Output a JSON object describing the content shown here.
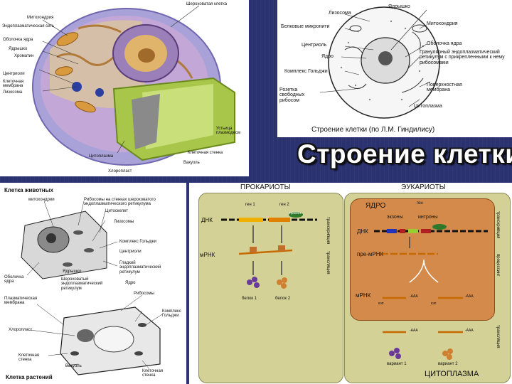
{
  "slide": {
    "title": "Строение клетки",
    "accent": "#2b3270"
  },
  "panel_cell3d": {
    "labels": {
      "rough_er": "Шероховатая клетка",
      "mito": "Митохондрия",
      "smooth_er": "Эндоплазматическая сеть",
      "nuclear_env": "Оболочка ядра",
      "nucleolus": "Ядрышко",
      "chromatin": "Хроматин",
      "centrioles": "Центриоли",
      "cell_membrane": "Клеточная мембрана",
      "lysosome": "Лизосома",
      "cytoplasm": "Цитоплазма",
      "chloroplast": "Хлоропласт",
      "plasmodesm": "Устьица плазмодесм",
      "cell_wall": "Клеточная стенка",
      "vacuole": "Вакуоль"
    }
  },
  "panel_gindilis": {
    "labels": {
      "lysosome": "Лизосома",
      "microtubules": "Белковые микронити",
      "centriole": "Центриоль",
      "nucleus": "Ядро",
      "golgi": "Комплекс Гольджи",
      "rosette": "Розетка свободных рибосом",
      "nucleolus": "Ядрышко",
      "mito": "Митохондрия",
      "nuclear_env": "Оболочка ядра",
      "granular_er": "Гранулярный эндоплазматический ретикулум с прикрепленными к нему рибосомами",
      "surface_mem": "Поверхностная мембрана",
      "cytoplasm": "Цитоплазма"
    },
    "caption": "Строение клетки (по Л.М. Гиндилису)"
  },
  "panel_animal_plant": {
    "labels": {
      "animal_title": "Клетка животных",
      "mito": "митохондрии",
      "ribosomes": "Рибосомы на стенках шероховатого эндоплазматического ретикулума",
      "cytoskeleton": "Цитоскелет",
      "lysosomes": "Лизосомы",
      "golgi": "Комплекс Гольджи",
      "centrioles": "Центриоли",
      "nucleolus": "Ядрышко",
      "smooth_er": "Гладкий эндоплазматический ретикулум",
      "nuclear_env": "Оболочка ядра",
      "rough_er": "Шероховатый эндоплазматический ретикулум",
      "nucleus": "Ядро",
      "plasma_mem": "Плазматическая мембрана",
      "ribosomes2": "Рибосомы",
      "chloroplast": "Хлоропласт",
      "golgi2": "Комплекс Гольджи",
      "cell_wall": "Клеточная стенка",
      "vacuole": "Вакуоль",
      "cell_wall2": "Клеточная стенка",
      "plant_title": "Клетка растений"
    }
  },
  "panel_expression": {
    "headers": {
      "prokaryotes": "ПРОКАРИОТЫ",
      "eukaryotes": "ЭУКАРИОТЫ"
    },
    "prok": {
      "gene1": "ген 1",
      "gene2": "ген 2",
      "promoter": "промот.",
      "dna": "ДНК",
      "mrna": "мРНК",
      "protein1": "белок 1",
      "protein2": "белок 2",
      "transcription": "транскрипция",
      "translation": "трансляция"
    },
    "euk": {
      "nucleus": "ЯДРО",
      "gene": "ген",
      "exons": "экзоны",
      "introns": "интроны",
      "dna": "ДНК",
      "pre_mrna": "пре-мРНК",
      "processing": "процессинг",
      "mrna": "мРНК",
      "cap": "кэп",
      "aaa": "-ААА",
      "variant1": "вариант 1",
      "variant2": "вариант 2",
      "cytoplasm": "ЦИТОПЛАЗМА",
      "transcription": "транскрипция",
      "translation": "трансляция"
    }
  }
}
